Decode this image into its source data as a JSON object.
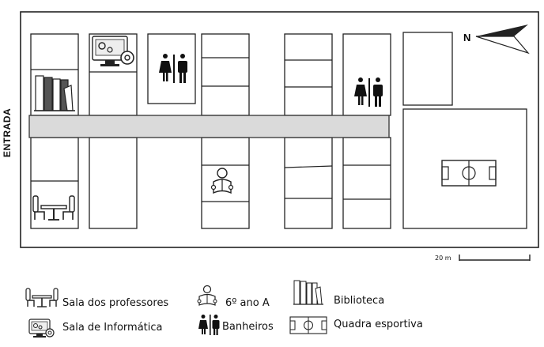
{
  "map": {
    "entrance_label": "ENTRADA",
    "north_label": "N",
    "scale_label": "20 m"
  },
  "legend": {
    "teachers_room": "Sala dos professores",
    "computer_lab": "Sala de Informática",
    "class_6a": "6º ano A",
    "bathrooms": "Banheiros",
    "library": "Biblioteca",
    "sports_court": "Quadra esportiva"
  },
  "colors": {
    "outline": "#222222",
    "corridor": "#dadada",
    "background": "#ffffff"
  }
}
